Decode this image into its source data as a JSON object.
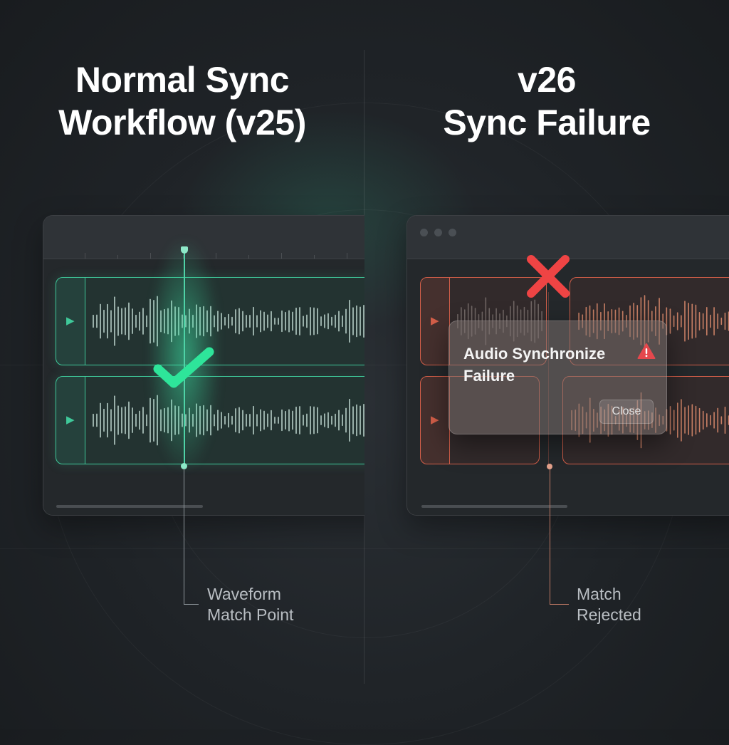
{
  "left": {
    "title_lines": [
      "Normal Sync",
      "Workflow (v25)"
    ],
    "callout_lines": [
      "Waveform",
      "Match Point"
    ],
    "status_icon": "checkmark-icon",
    "accent": "#3fc99a"
  },
  "right": {
    "title_lines": [
      "v26",
      "Sync Failure"
    ],
    "callout_lines": [
      "Match",
      "Rejected"
    ],
    "status_icon": "x-icon",
    "accent": "#d45f49",
    "dialog": {
      "title_lines": [
        "Audio Synchronize",
        "Failure"
      ],
      "icon": "warning-icon",
      "close_label": "Close"
    }
  },
  "colors": {
    "background": "#1f2327",
    "success": "#3fc99a",
    "error": "#e5484d",
    "warning": "#e5484d"
  }
}
